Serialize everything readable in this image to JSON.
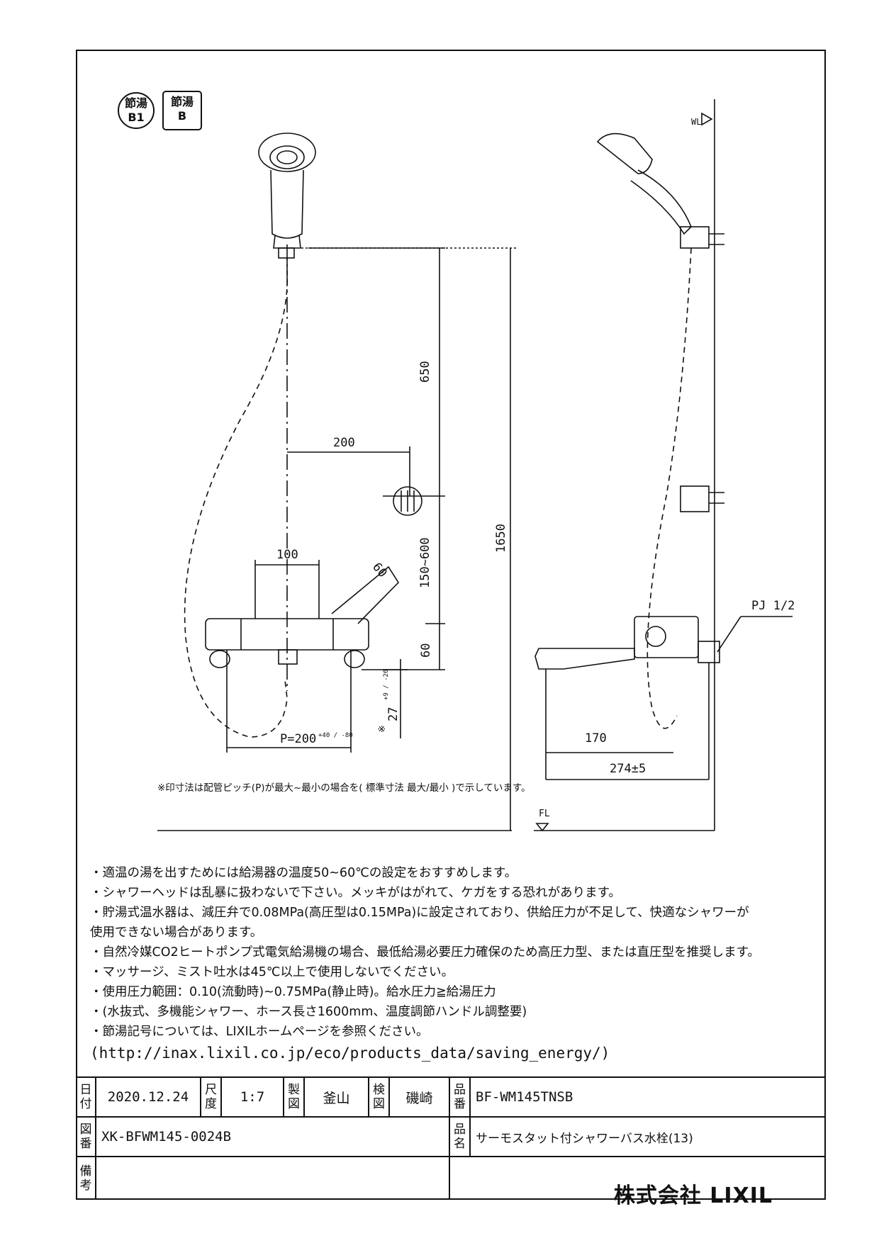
{
  "badges": {
    "round_top": "節湯",
    "round_bottom": "B1",
    "square_top": "節湯",
    "square_bottom": "B"
  },
  "drawing": {
    "wl_label": "WL",
    "fl_label": "FL",
    "dimensions": [
      "650",
      "200",
      "100",
      "60",
      "150~600",
      "1650",
      "60",
      "P=200",
      "27",
      "170",
      "274±5",
      "PJ 1/2"
    ],
    "tol_p": "+40 / -80",
    "tol_27": "+9 / -26",
    "star": "※"
  },
  "footnote": {
    "pre": "※印寸法は配管ピッチ(P)が最大~最小の場合を(",
    "std": "標準寸法",
    "max": "最大",
    "min": "最小",
    "post": ")で示しています。"
  },
  "notes": [
    "・適温の湯を出すためには給湯器の温度50~60℃の設定をおすすめします。",
    "・シャワーヘッドは乱暴に扱わないで下さい。メッキがはがれて、ケガをする恐れがあります。",
    "・貯湯式温水器は、減圧弁で0.08MPa(高圧型は0.15MPa)に設定されており、供給圧力が不足して、快適なシャワーが",
    "使用できない場合があります。",
    "・自然冷媒CO2ヒートポンプ式電気給湯機の場合、最低給湯必要圧力確保のため高圧力型、または直圧型を推奨します。",
    "・マッサージ、ミスト吐水は45℃以上で使用しないでください。",
    "・使用圧力範囲：0.10(流動時)~0.75MPa(静止時)。給水圧力≧給湯圧力",
    "・(水抜式、多機能シャワー、ホース長さ1600mm、温度調節ハンドル調整要)",
    "・節湯記号については、LIXILホームページを参照ください。"
  ],
  "url": "(http://inax.lixil.co.jp/eco/products_data/saving_energy/)",
  "title_block": {
    "date_label": "日付",
    "date": "2020.12.24",
    "scale_label": "尺度",
    "scale": "1:7",
    "drawn_label": "製図",
    "drawn": "釜山",
    "checked_label": "検図",
    "checked": "磯崎",
    "part_no_label": "品番",
    "part_no": "BF-WM145TNSB",
    "drawing_no_label": "図番",
    "drawing_no": "XK-BFWM145-0024B",
    "product_name_label": "品名",
    "product_name": "サーモスタット付シャワーバス水栓(13)",
    "remarks_label": "備考",
    "company": "株式会社 LIXIL"
  }
}
